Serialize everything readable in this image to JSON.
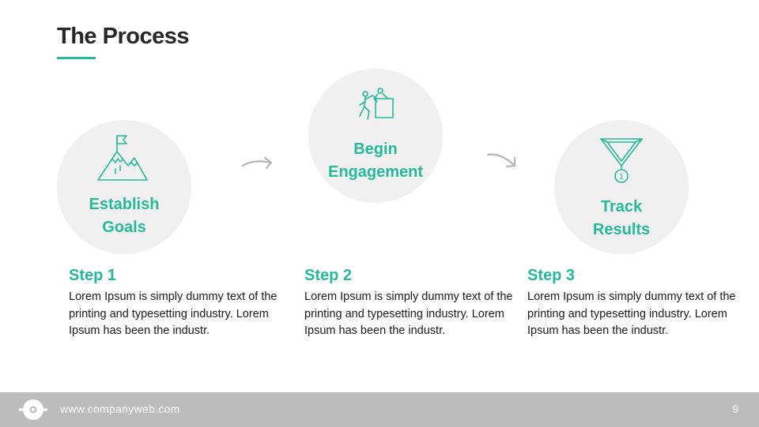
{
  "slide": {
    "title": "The Process",
    "accent_color": "#26b99a"
  },
  "process": [
    {
      "label_line1": "Establish",
      "label_line2": "Goals",
      "icon": "mountain-flag-icon"
    },
    {
      "label_line1": "Begin",
      "label_line2": "Engagement",
      "icon": "climbing-people-icon"
    },
    {
      "label_line1": "Track",
      "label_line2": "Results",
      "icon": "medal-icon"
    }
  ],
  "steps": [
    {
      "title": "Step 1",
      "text": "Lorem Ipsum is simply dummy text of the printing and typesetting industry. Lorem Ipsum has been the industr."
    },
    {
      "title": "Step 2",
      "text": "Lorem Ipsum is simply dummy text of the printing and typesetting industry. Lorem Ipsum has been the industr."
    },
    {
      "title": "Step 3",
      "text": "Lorem Ipsum is simply dummy text of the printing and typesetting industry. Lorem Ipsum has been the industr."
    }
  ],
  "footer": {
    "url": "www.companyweb.com",
    "page_number": "9"
  }
}
